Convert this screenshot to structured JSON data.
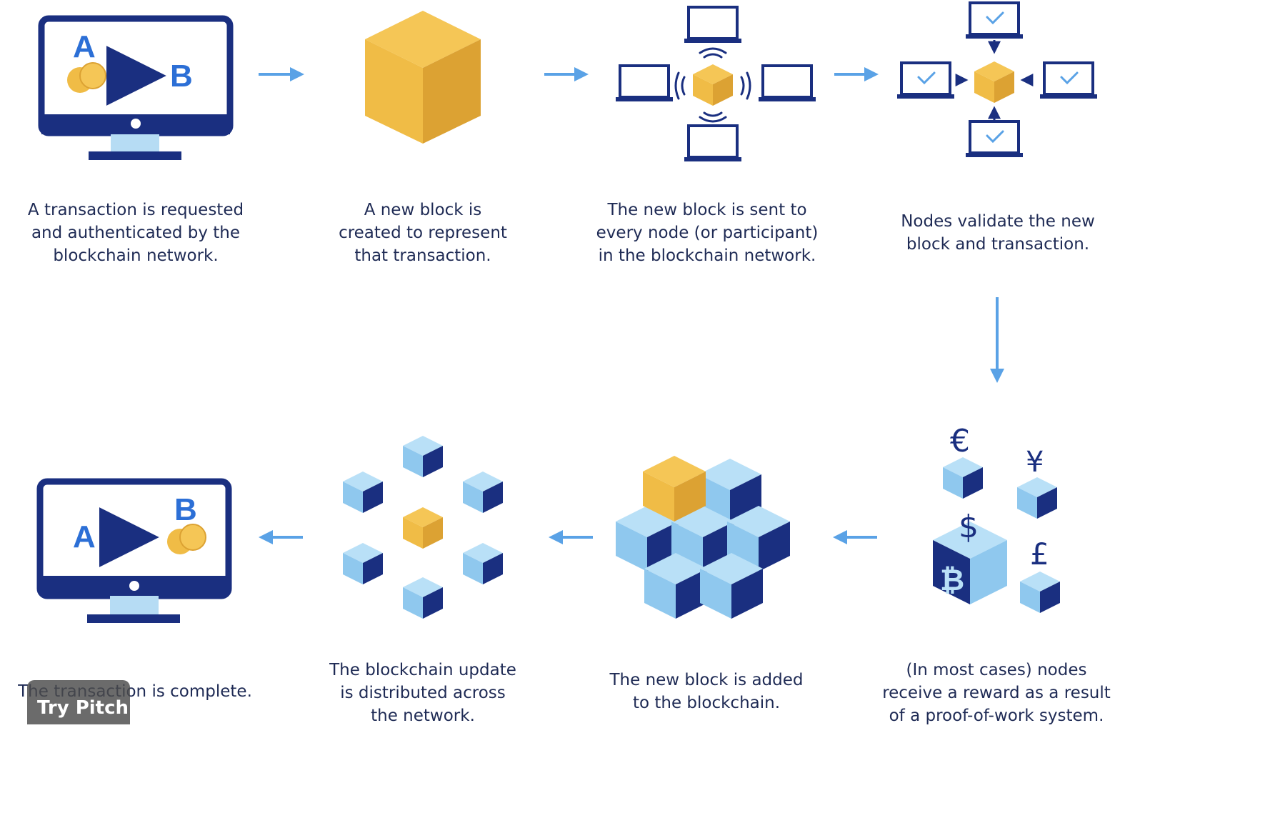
{
  "colors": {
    "navy": "#1a2f80",
    "blue_accent": "#2c6fd6",
    "arrow": "#5aa2e6",
    "gold": "#f0bc46",
    "gold_dark": "#d99f2e",
    "light_blue": "#a9d7f3",
    "screen_stand": "#b6dcf4"
  },
  "steps": [
    {
      "id": 1,
      "letters": [
        "A",
        "B"
      ],
      "caption": [
        "A transaction is requested",
        "and authenticated by the",
        "blockchain network."
      ]
    },
    {
      "id": 2,
      "caption": [
        "A new block is",
        "created to represent",
        "that transaction."
      ]
    },
    {
      "id": 3,
      "caption": [
        "The new block is sent to",
        "every node (or participant)",
        "in the blockchain network."
      ]
    },
    {
      "id": 4,
      "caption": [
        "Nodes validate the new",
        "block and transaction."
      ]
    },
    {
      "id": 5,
      "currency_symbols": [
        "€",
        "¥",
        "$",
        "£",
        "₿"
      ],
      "caption": [
        "(In most cases) nodes",
        "receive a reward as a result",
        "of a proof-of-work system."
      ]
    },
    {
      "id": 6,
      "caption": [
        "The new block is added",
        "to the blockchain."
      ]
    },
    {
      "id": 7,
      "caption": [
        "The blockchain update",
        "is distributed across",
        "the network."
      ]
    },
    {
      "id": 8,
      "letters": [
        "A",
        "B"
      ],
      "caption": [
        "The transaction is complete."
      ]
    }
  ],
  "overlay": {
    "button_label": "Try Pitch"
  }
}
